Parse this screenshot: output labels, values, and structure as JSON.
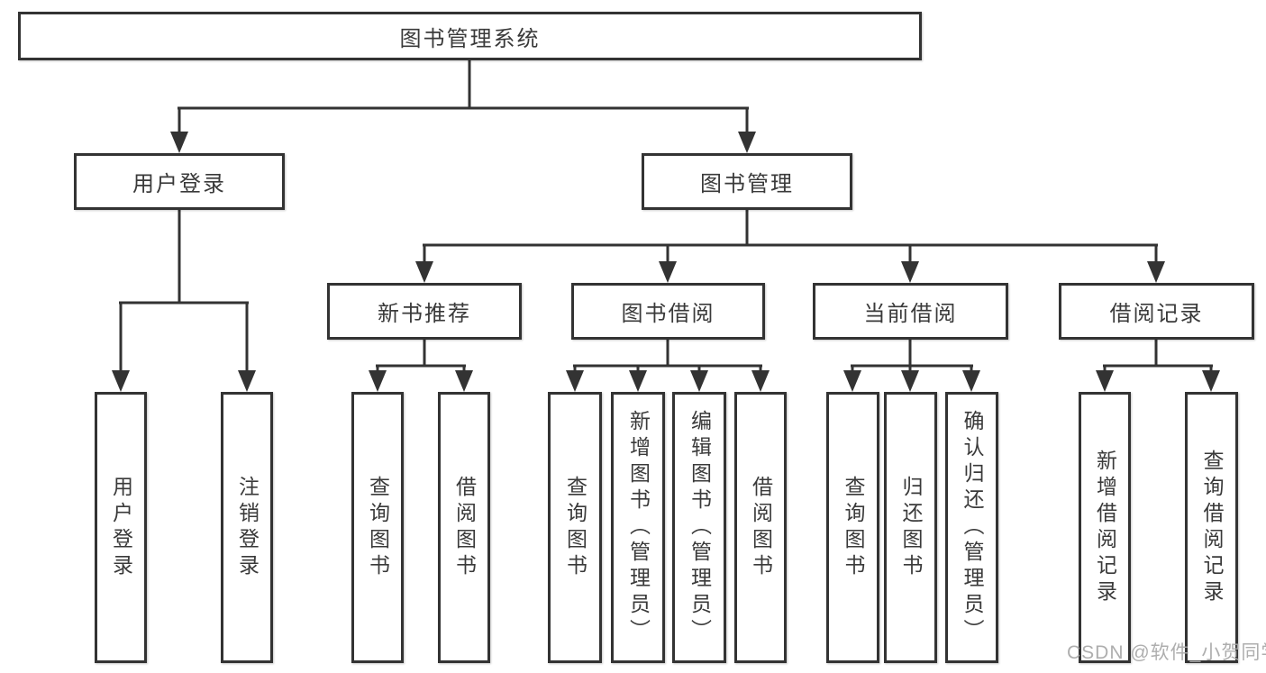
{
  "nodes": {
    "root": "图书管理系统",
    "level2": [
      "用户登录",
      "图书管理"
    ],
    "level3": [
      "新书推荐",
      "图书借阅",
      "当前借阅",
      "借阅记录"
    ],
    "leaves_login": [
      "用户登录",
      "注销登录"
    ],
    "leaves_recommend": [
      "查询图书",
      "借阅图书"
    ],
    "leaves_borrow": [
      "查询图书",
      "新增图书（管理员）",
      "编辑图书（管理员）",
      "借阅图书"
    ],
    "leaves_current": [
      "查询图书",
      "归还图书",
      "确认归还（管理员）"
    ],
    "leaves_records": [
      "新增借阅记录",
      "查询借阅记录"
    ]
  },
  "watermark": "CSDN @软件_小贺同学",
  "colors": {
    "line": "#333333",
    "box_border": "#333333",
    "box_background": "#ffffff",
    "text": "#3a3a3a",
    "watermark": "#aaaaaa"
  }
}
